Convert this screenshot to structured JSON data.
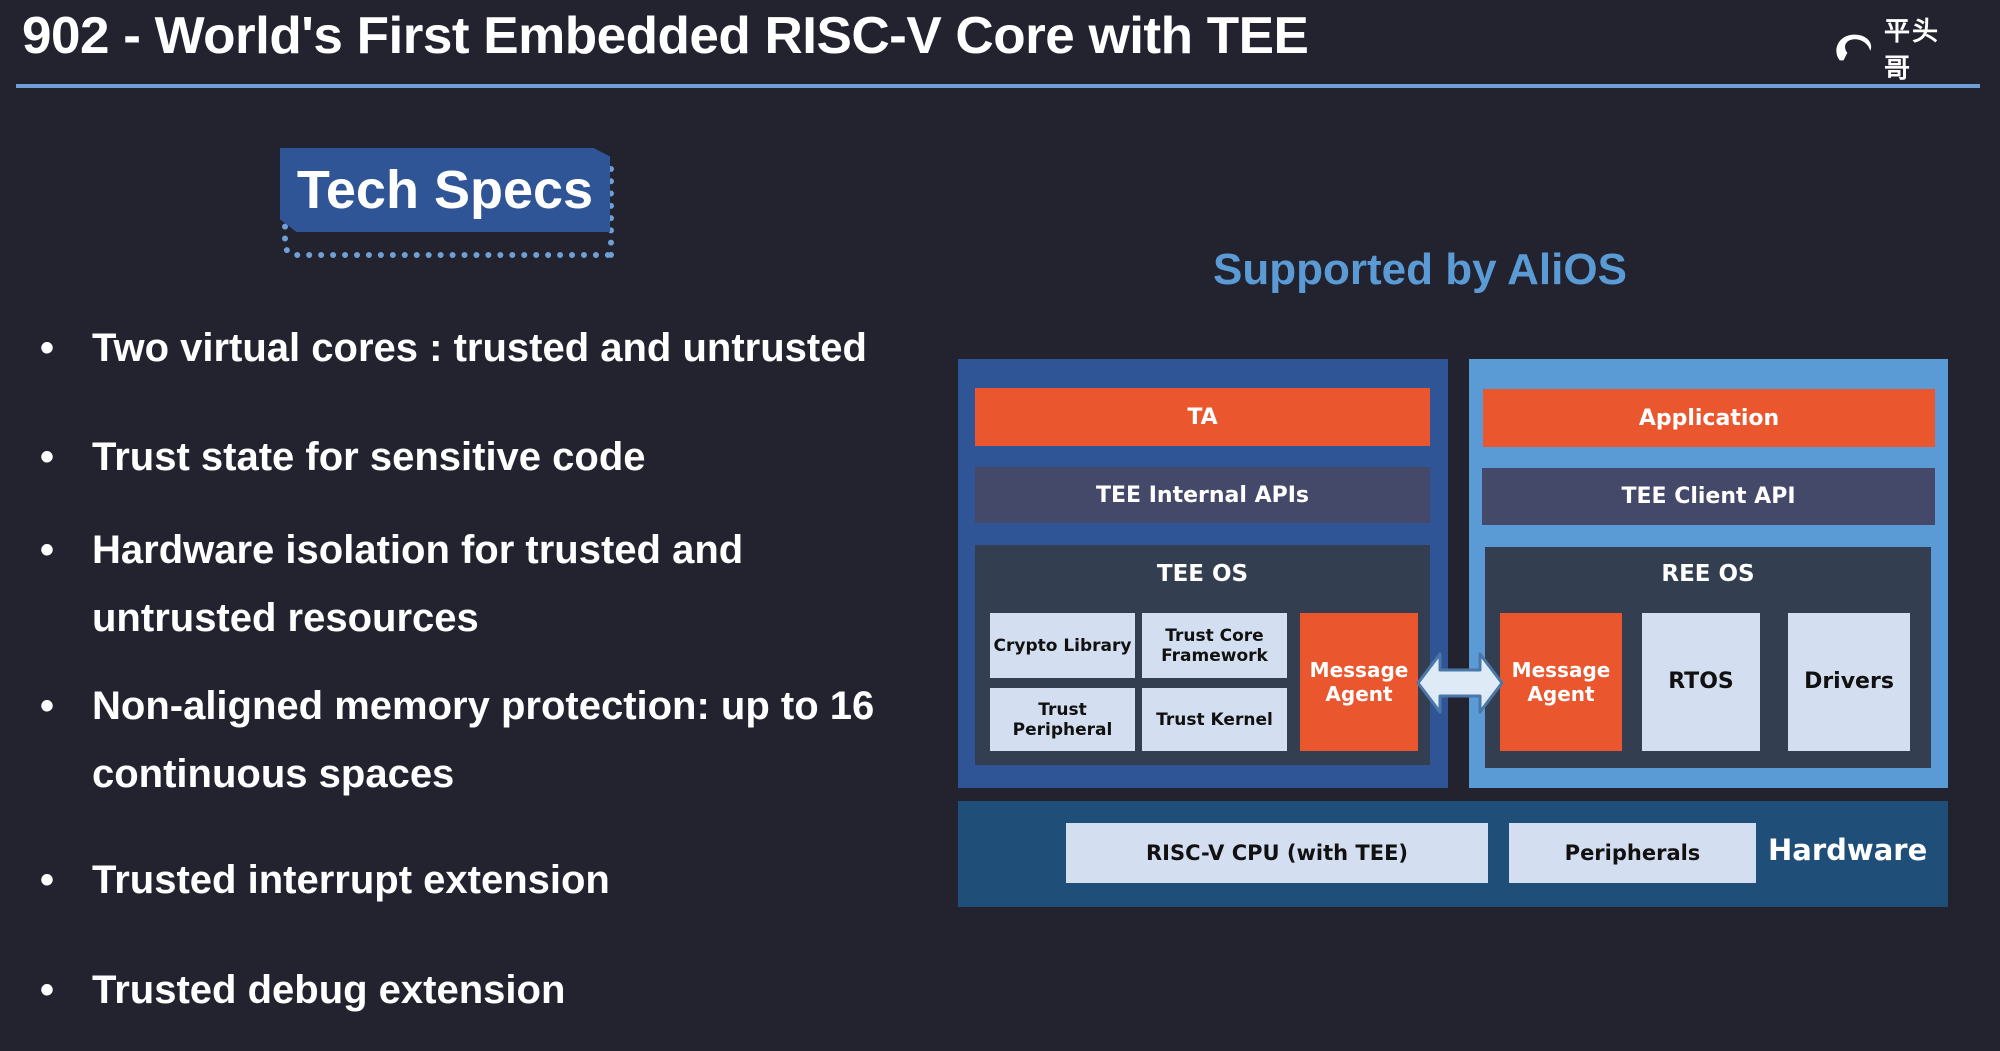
{
  "header": {
    "title": "902 - World's First Embedded RISC-V Core with TEE",
    "logo_icon": "pingtouge-logo-icon",
    "logo_text": "平头哥"
  },
  "badge": {
    "label": "Tech Specs"
  },
  "bullets": [
    "Two virtual cores : trusted and untrusted",
    "Trust state for sensitive code",
    "Hardware isolation for trusted and untrusted resources",
    "Non-aligned memory protection: up to 16 continuous spaces",
    "Trusted interrupt extension",
    "Trusted debug extension"
  ],
  "bullet_glyph": "•",
  "diagram": {
    "title": "Supported by AliOS",
    "tee": {
      "app_label": "TA",
      "api_label": "TEE Internal APIs",
      "os_label": "TEE OS",
      "components": [
        "Crypto Library",
        "Trust Core Framework",
        "Trust Peripheral",
        "Trust Kernel"
      ],
      "agent_label": "Message Agent"
    },
    "ree": {
      "app_label": "Application",
      "api_label": "TEE Client API",
      "os_label": "REE OS",
      "agent_label": "Message Agent",
      "components": [
        "RTOS",
        "Drivers"
      ]
    },
    "arrow_icon": "bidirectional-arrow-icon",
    "hardware": {
      "cpu_label": "RISC-V CPU (with TEE)",
      "peripherals_label": "Peripherals",
      "label": "Hardware"
    },
    "colors": {
      "tee_panel": "#2f5597",
      "ree_panel": "#5b9bd5",
      "hardware_panel": "#1f4e79",
      "accent_orange": "#ea562d",
      "api_bar": "#44496a",
      "os_box": "#333f50",
      "component_box": "#d3def0"
    }
  }
}
